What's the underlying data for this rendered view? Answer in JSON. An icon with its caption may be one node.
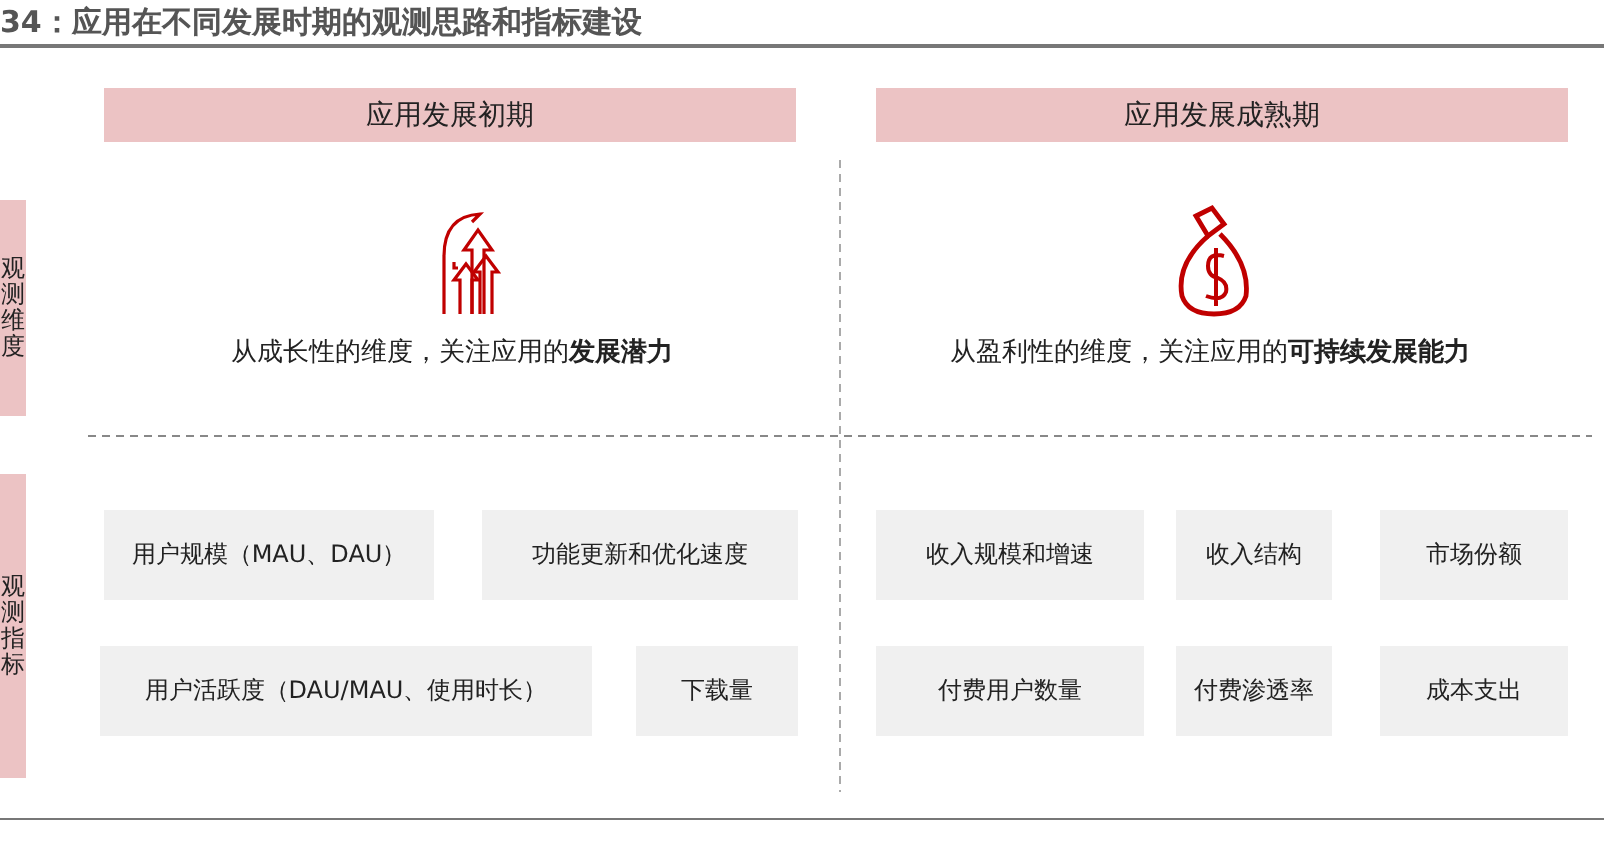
{
  "diagram": {
    "title": "34：应用在不同发展时期的观测思路和指标建设",
    "nodes": [
      {
        "text": [
          "应用发展初期"
        ]
      },
      {
        "text": [
          "应用发展成熟期"
        ]
      },
      {
        "text": [
          "观测维度"
        ]
      },
      {
        "text": [
          "观测指标"
        ]
      },
      {
        "text": [
          "用户规模（MAU、DAU）"
        ]
      },
      {
        "text": [
          "功能更新和优化速度"
        ]
      },
      {
        "text": [
          "收入规模和增速"
        ]
      },
      {
        "text": [
          "收入结构"
        ]
      },
      {
        "text": [
          "市场份额"
        ]
      },
      {
        "text": [
          "用户活跃度（DAU/MAU、使用时长）"
        ]
      },
      {
        "text": [
          "下载量"
        ]
      },
      {
        "text": [
          "付费用户数量"
        ]
      },
      {
        "text": [
          "付费渗透率"
        ]
      },
      {
        "text": [
          "成本支出"
        ]
      }
    ],
    "labels": [
      "从成长性的维度，关注应用的**发展潜力**",
      "从盈利性的维度，关注应用的**可持续发展能力**"
    ]
  }
}
